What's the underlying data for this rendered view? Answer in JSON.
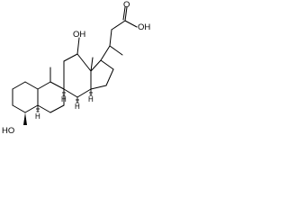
{
  "labels": {
    "carboxyl": "OH",
    "carbonyl_oxygen": "O",
    "hydroxyl_12": "OH",
    "hydroxyl_3": "HO",
    "h_8": "H",
    "h_9": "H",
    "h_14": "H",
    "h_5": "H"
  }
}
